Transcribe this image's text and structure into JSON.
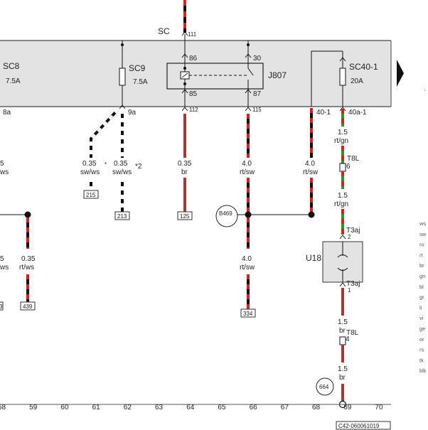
{
  "top_label": "SC",
  "fuses": [
    {
      "name": "SC8",
      "rating": "7.5A",
      "out_pin": "8a"
    },
    {
      "name": "SC9",
      "rating": "7.5A",
      "out_pin": "9a"
    },
    {
      "name": "SC40-1",
      "rating": "20A",
      "out_pin": "40a-1"
    }
  ],
  "relay": {
    "name": "J807",
    "pin_top_left": "86",
    "pin_top_right": "30",
    "pin_bottom_left": "85",
    "pin_bottom_right": "87"
  },
  "pins": {
    "p111": "111",
    "p112": "112",
    "p115": "115",
    "p40_1": "40-1"
  },
  "wires": {
    "w_left_top": {
      "size": "5",
      "color": "ws"
    },
    "w_sc9_a": {
      "size": "0.35",
      "color": "sw/ws"
    },
    "w_sc9_b": {
      "size": "0.35",
      "color": "sw/ws"
    },
    "w_br": {
      "size": "0.35",
      "color": "br"
    },
    "w_rtsw_1": {
      "size": "4.0",
      "color": "rt/sw"
    },
    "w_rtsw_2": {
      "size": "4.0",
      "color": "rt/sw"
    },
    "w_rtsw_3": {
      "size": "4.0",
      "color": "rt/sw"
    },
    "w_rtgn_1": {
      "size": "1.5",
      "color": "rt/gn"
    },
    "w_rtgn_2": {
      "size": "1.5",
      "color": "rt/gn"
    },
    "w_left_bot": {
      "size": "5",
      "color": "ws"
    },
    "w_rtws": {
      "size": "0.35",
      "color": "rt/ws"
    },
    "w_br_1": {
      "size": "1.5",
      "color": "br"
    },
    "w_br_2": {
      "size": "1.5",
      "color": "br"
    }
  },
  "marks": {
    "star": "*",
    "star2": "*2"
  },
  "references": {
    "r215": "215",
    "r213": "213",
    "r125": "125",
    "r334": "334",
    "r459": "439",
    "rleft": "3"
  },
  "connectors": {
    "t8l_a": "T8L",
    "t8l_a_pin": "6",
    "t3aj_a": "T3aj",
    "t3aj_a_pin": "2",
    "t3aj_b": "T3aj",
    "t3aj_b_pin": "1",
    "t8l_b": "T8L",
    "t8l_b_pin": "4"
  },
  "components": {
    "b469": "B469",
    "u18": "U18",
    "c664": "664"
  },
  "grid_numbers": [
    "58",
    "59",
    "60",
    "61",
    "62",
    "63",
    "64",
    "65",
    "66",
    "67",
    "68",
    "69",
    "70"
  ],
  "footer_code": "C42-060061019",
  "legend": [
    "ws",
    "sw",
    "ro",
    "rt",
    "br",
    "gn",
    "bl",
    "gr",
    "li",
    "vi",
    "ge",
    "or",
    "rs",
    "tk",
    "blk"
  ],
  "colors": {
    "panel": "#e3e3e3",
    "red": "#e11b1b",
    "green": "#1f9a2c",
    "black": "#111111",
    "brown": "#a33a3a"
  }
}
